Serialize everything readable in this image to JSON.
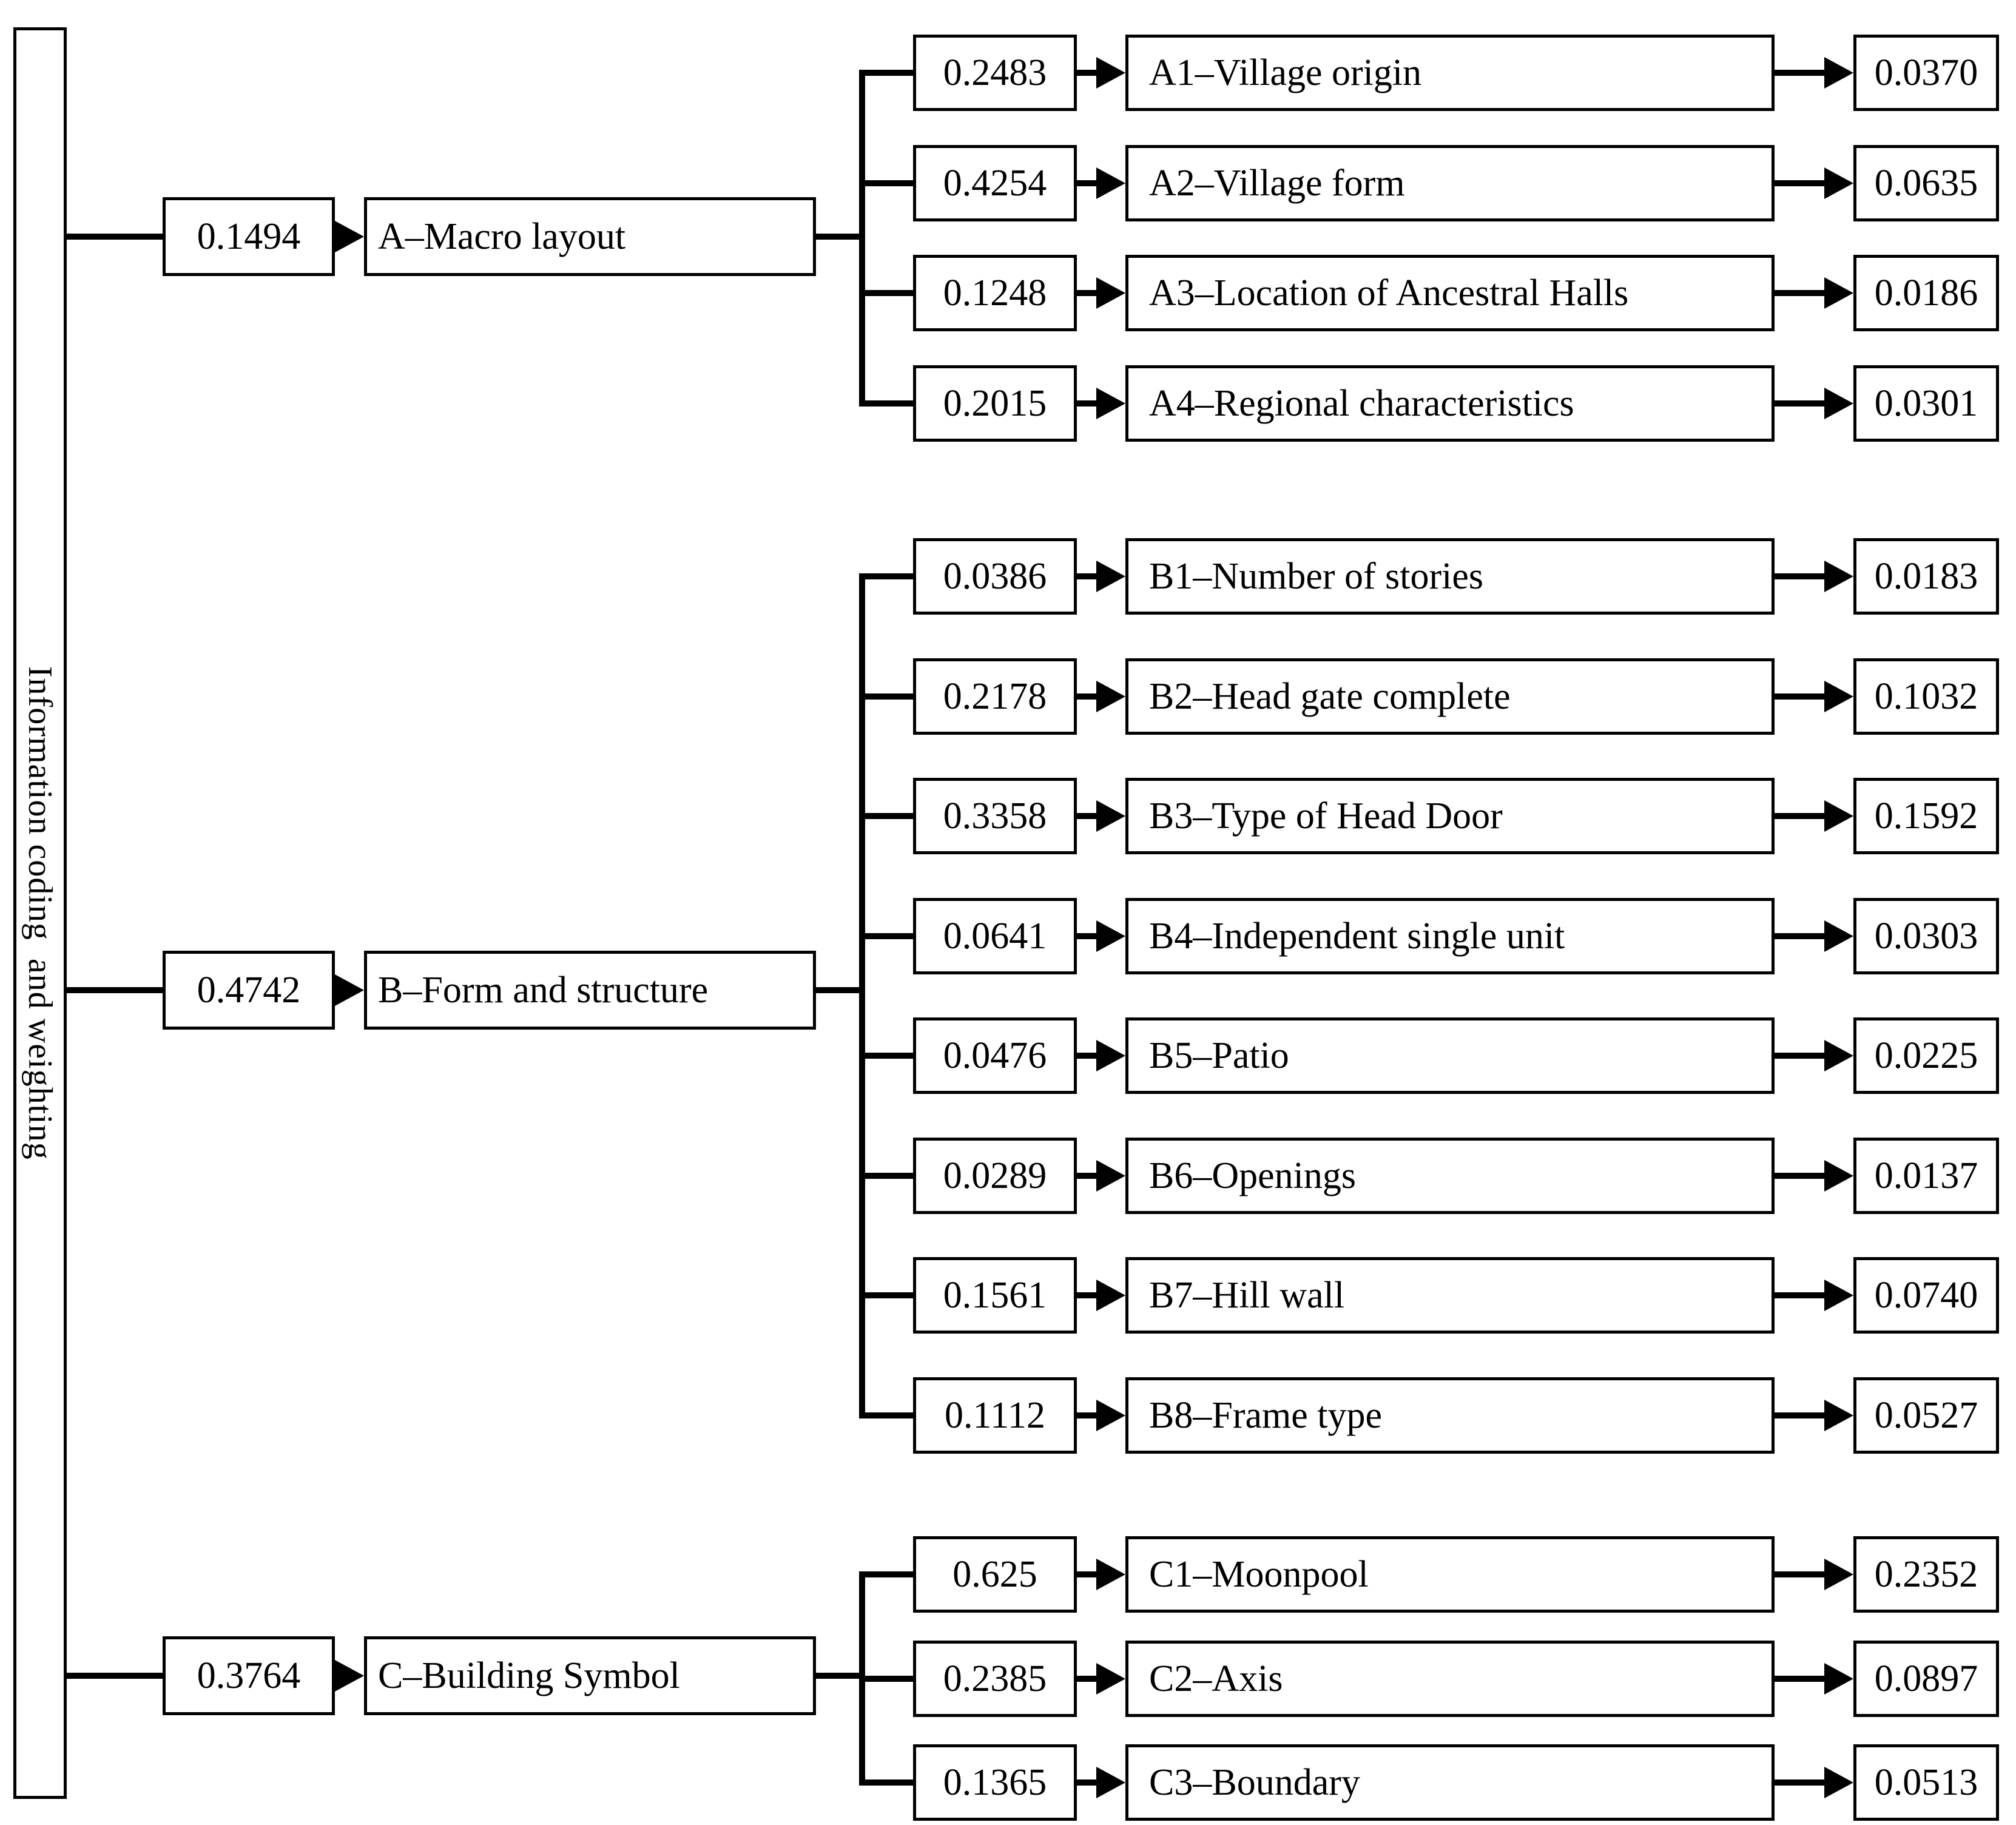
{
  "colors": {
    "line": "#000000",
    "background": "#ffffff",
    "text": "#000000"
  },
  "root": {
    "title": "Information coding  and weighting"
  },
  "groups": [
    {
      "id": "A",
      "weight": "0.1494",
      "label": "A–Macro layout",
      "children": [
        {
          "weight": "0.2483",
          "label": "A1–Village origin",
          "value": "0.0370"
        },
        {
          "weight": "0.4254",
          "label": "A2–Village form",
          "value": "0.0635"
        },
        {
          "weight": "0.1248",
          "label": "A3–Location of Ancestral Halls",
          "value": "0.0186"
        },
        {
          "weight": "0.2015",
          "label": "A4–Regional characteristics",
          "value": "0.0301"
        }
      ]
    },
    {
      "id": "B",
      "weight": "0.4742",
      "label": "B–Form and structure",
      "children": [
        {
          "weight": "0.0386",
          "label": "B1–Number of stories",
          "value": "0.0183"
        },
        {
          "weight": "0.2178",
          "label": "B2–Head gate complete",
          "value": "0.1032"
        },
        {
          "weight": "0.3358",
          "label": "B3–Type of Head Door",
          "value": "0.1592"
        },
        {
          "weight": "0.0641",
          "label": "B4–Independent single unit",
          "value": "0.0303"
        },
        {
          "weight": "0.0476",
          "label": "B5–Patio",
          "value": "0.0225"
        },
        {
          "weight": "0.0289",
          "label": "B6–Openings",
          "value": "0.0137"
        },
        {
          "weight": "0.1561",
          "label": "B7–Hill wall",
          "value": "0.0740"
        },
        {
          "weight": "0.1112",
          "label": "B8–Frame type",
          "value": "0.0527"
        }
      ]
    },
    {
      "id": "C",
      "weight": "0.3764",
      "label": "C–Building Symbol",
      "children": [
        {
          "weight": "0.625",
          "label": "C1–Moonpool",
          "value": "0.2352"
        },
        {
          "weight": "0.2385",
          "label": "C2–Axis",
          "value": "0.0897"
        },
        {
          "weight": "0.1365",
          "label": "C3–Boundary",
          "value": "0.0513"
        }
      ]
    }
  ]
}
